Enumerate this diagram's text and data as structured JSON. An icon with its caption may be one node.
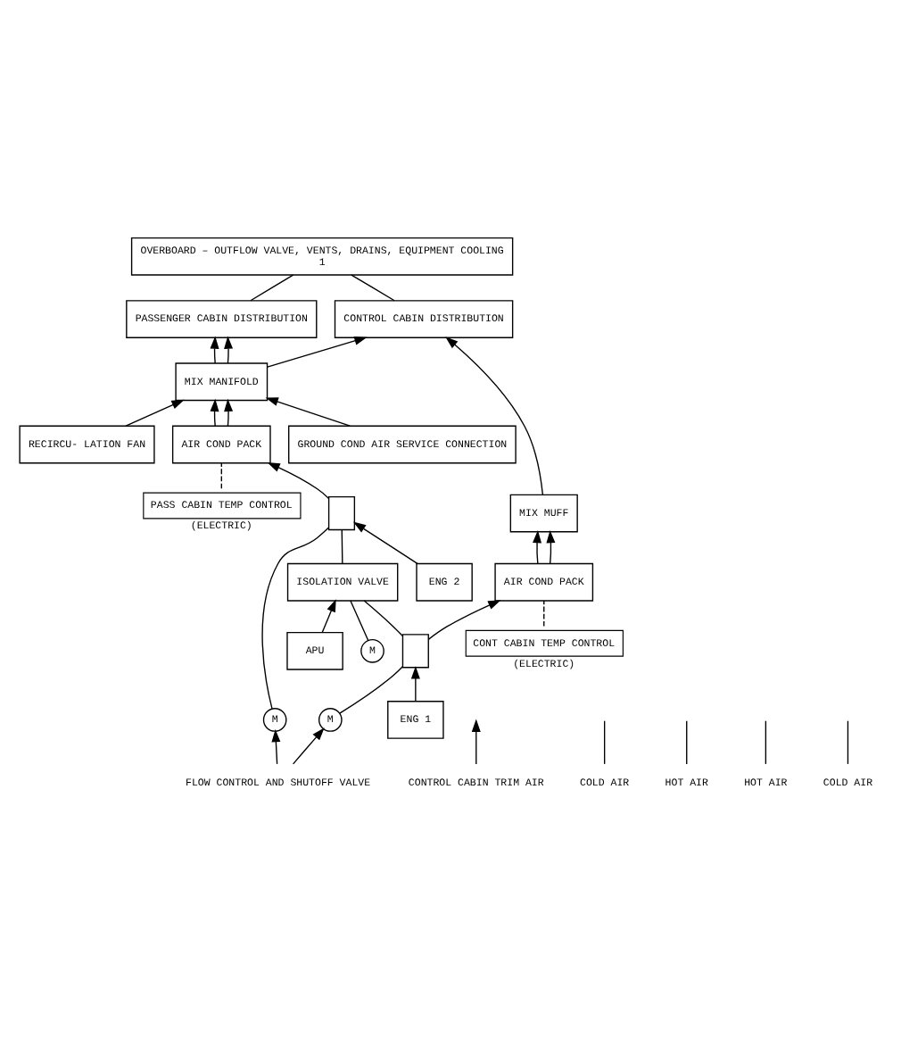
{
  "diagram": {
    "nodes": [
      {
        "text": [
          "OVERBOARD – OUTFLOW VALVE, VENTS, DRAINS, EQUIPMENT COOLING",
          "1"
        ]
      },
      {
        "text": [
          "CONTROL CABIN DISTRIBUTION"
        ]
      },
      {
        "text": [
          "PASSENGER CABIN DISTRIBUTION"
        ]
      },
      {
        "text": [
          "GROUND COND AIR SERVICE CONNECTION"
        ]
      },
      {
        "text": [
          "MIX MANIFOLD"
        ]
      },
      {
        "text": [
          "MIX MUFF"
        ]
      },
      {
        "text": [
          "RECIRCU- LATION FAN"
        ]
      },
      {
        "text": [
          "CONT CABIN TEMP CONTROL"
        ],
        "beside": [
          "(ELECTRIC)"
        ]
      },
      {
        "text": [
          "AIR COND PACK"
        ]
      },
      {
        "text": [
          "AIR COND PACK"
        ]
      },
      {
        "text": [
          "PASS CABIN TEMP CONTROL"
        ],
        "beside": [
          "(ELECTRIC)"
        ]
      },
      {
        "text": [
          "FLOW CONTROL AND SHUTOFF VALVE"
        ]
      },
      {
        "text": [],
        "shape": "box"
      },
      {
        "text": [
          "M"
        ]
      },
      {
        "text": [
          "M"
        ]
      },
      {
        "text": [
          "ISOLATION VALVE"
        ]
      },
      {
        "text": [
          "M"
        ]
      },
      {
        "text": [],
        "shape": "box"
      },
      {
        "text": [
          "ENG 1"
        ]
      },
      {
        "text": [
          "ENG 2"
        ]
      },
      {
        "text": [
          "APU"
        ]
      },
      {
        "text": [
          "CONTROL CABIN TRIM AIR"
        ]
      },
      {
        "text": [
          "COLD AIR"
        ]
      },
      {
        "text": [
          "HOT AIR"
        ]
      },
      {
        "text": [
          "HOT AIR"
        ]
      },
      {
        "text": [
          "COLD AIR"
        ]
      }
    ],
    "edges": [
      {
        "from": 1,
        "to": 0,
        "arrow": "none"
      },
      {
        "from": 2,
        "to": 0,
        "arrow": "none"
      },
      {
        "from": 5,
        "to": 1,
        "arrow": "to"
      },
      {
        "from": 4,
        "to": 1,
        "arrow": "to"
      },
      {
        "from": 4,
        "to": 2,
        "arrow": "to"
      },
      {
        "from": 4,
        "to": 2,
        "arrow": "to"
      },
      {
        "from": 3,
        "to": 4,
        "arrow": "to"
      },
      {
        "from": 6,
        "to": 4,
        "arrow": "to"
      },
      {
        "from": 8,
        "to": 5,
        "arrow": "to"
      },
      {
        "from": 8,
        "to": 5,
        "arrow": "to"
      },
      {
        "from": 9,
        "to": 4,
        "arrow": "to"
      },
      {
        "from": 9,
        "to": 4,
        "arrow": "to"
      },
      {
        "from": 7,
        "to": 8,
        "arrow": "none",
        "style": "dashed"
      },
      {
        "from": 10,
        "to": 9,
        "arrow": "none",
        "style": "dashed"
      },
      {
        "from": 12,
        "to": 8,
        "arrow": "to"
      },
      {
        "from": 17,
        "to": 9,
        "arrow": "to"
      },
      {
        "from": 13,
        "to": 12,
        "arrow": "none"
      },
      {
        "from": 16,
        "to": 17,
        "arrow": "none"
      },
      {
        "from": 14,
        "to": 15,
        "arrow": "none"
      },
      {
        "from": 11,
        "to": 13,
        "arrow": "to"
      },
      {
        "from": 11,
        "to": 16,
        "arrow": "to"
      },
      {
        "from": 18,
        "to": 12,
        "arrow": "to"
      },
      {
        "from": 19,
        "to": 17,
        "arrow": "to"
      },
      {
        "from": 20,
        "to": 15,
        "arrow": "to"
      },
      {
        "from": 12,
        "to": 15,
        "arrow": "none"
      },
      {
        "from": 15,
        "to": 17,
        "arrow": "none"
      },
      {
        "from": 21,
        "to": null,
        "arrow": "to"
      },
      {
        "from": 22,
        "to": null,
        "arrow": "none"
      },
      {
        "from": 23,
        "to": null,
        "arrow": "none"
      },
      {
        "from": 24,
        "to": null,
        "arrow": "none"
      },
      {
        "from": 25,
        "to": null,
        "arrow": "none"
      }
    ]
  }
}
